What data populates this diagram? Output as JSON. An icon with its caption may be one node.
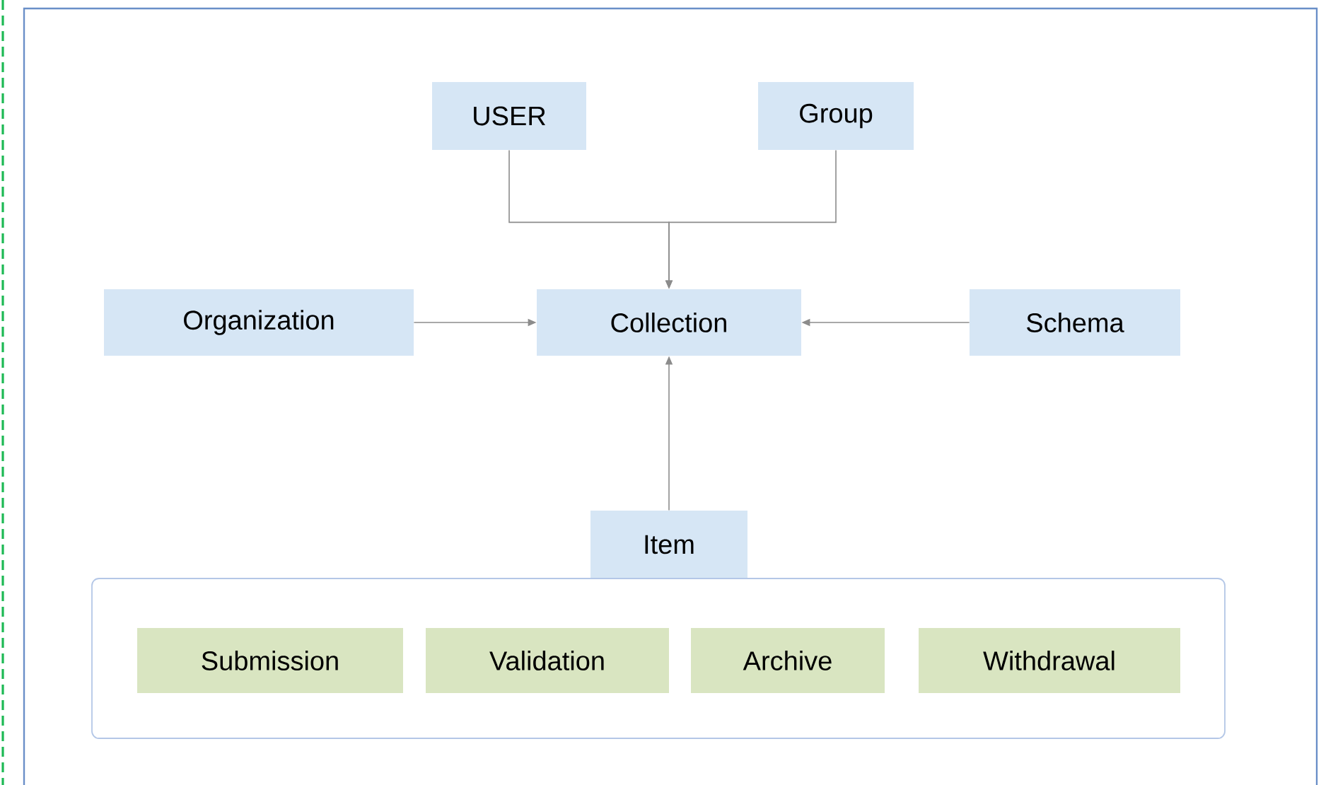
{
  "diagram": {
    "nodes": [
      {
        "text": [
          "USER"
        ]
      },
      {
        "text": [
          "Group"
        ]
      },
      {
        "text": [
          "Organization"
        ]
      },
      {
        "text": [
          "Collection"
        ]
      },
      {
        "text": [
          "Schema"
        ]
      },
      {
        "text": [
          "Item"
        ]
      },
      {
        "text": [],
        "shape": "box"
      },
      {
        "text": [
          "Submission"
        ],
        "in": 6
      },
      {
        "text": [
          "Validation"
        ],
        "in": 6
      },
      {
        "text": [
          "Archive"
        ],
        "in": 6
      },
      {
        "text": [
          "Withdrawal"
        ],
        "in": 6
      }
    ],
    "edges": [
      {
        "from": 0,
        "to": 3,
        "arrow": "to"
      },
      {
        "from": 1,
        "to": 3,
        "arrow": "to"
      },
      {
        "from": 2,
        "to": 3,
        "arrow": "to"
      },
      {
        "from": 4,
        "to": 3,
        "arrow": "to"
      },
      {
        "from": 5,
        "to": 3,
        "arrow": "to"
      }
    ]
  }
}
